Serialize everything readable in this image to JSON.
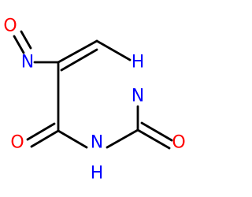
{
  "molecule": {
    "atoms": {
      "nitroso_o": {
        "text": "O",
        "color": "#ff0000"
      },
      "nitroso_n": {
        "text": "N",
        "color": "#0000ff"
      },
      "n1": {
        "text": "N",
        "color": "#0000ff"
      },
      "h1": {
        "text": "H",
        "color": "#0000ff"
      },
      "n3": {
        "text": "N",
        "color": "#0000ff"
      },
      "h3": {
        "text": "H",
        "color": "#0000ff"
      },
      "o2": {
        "text": "O",
        "color": "#ff0000"
      },
      "o4": {
        "text": "O",
        "color": "#ff0000"
      }
    },
    "bond_color": "#000000"
  }
}
